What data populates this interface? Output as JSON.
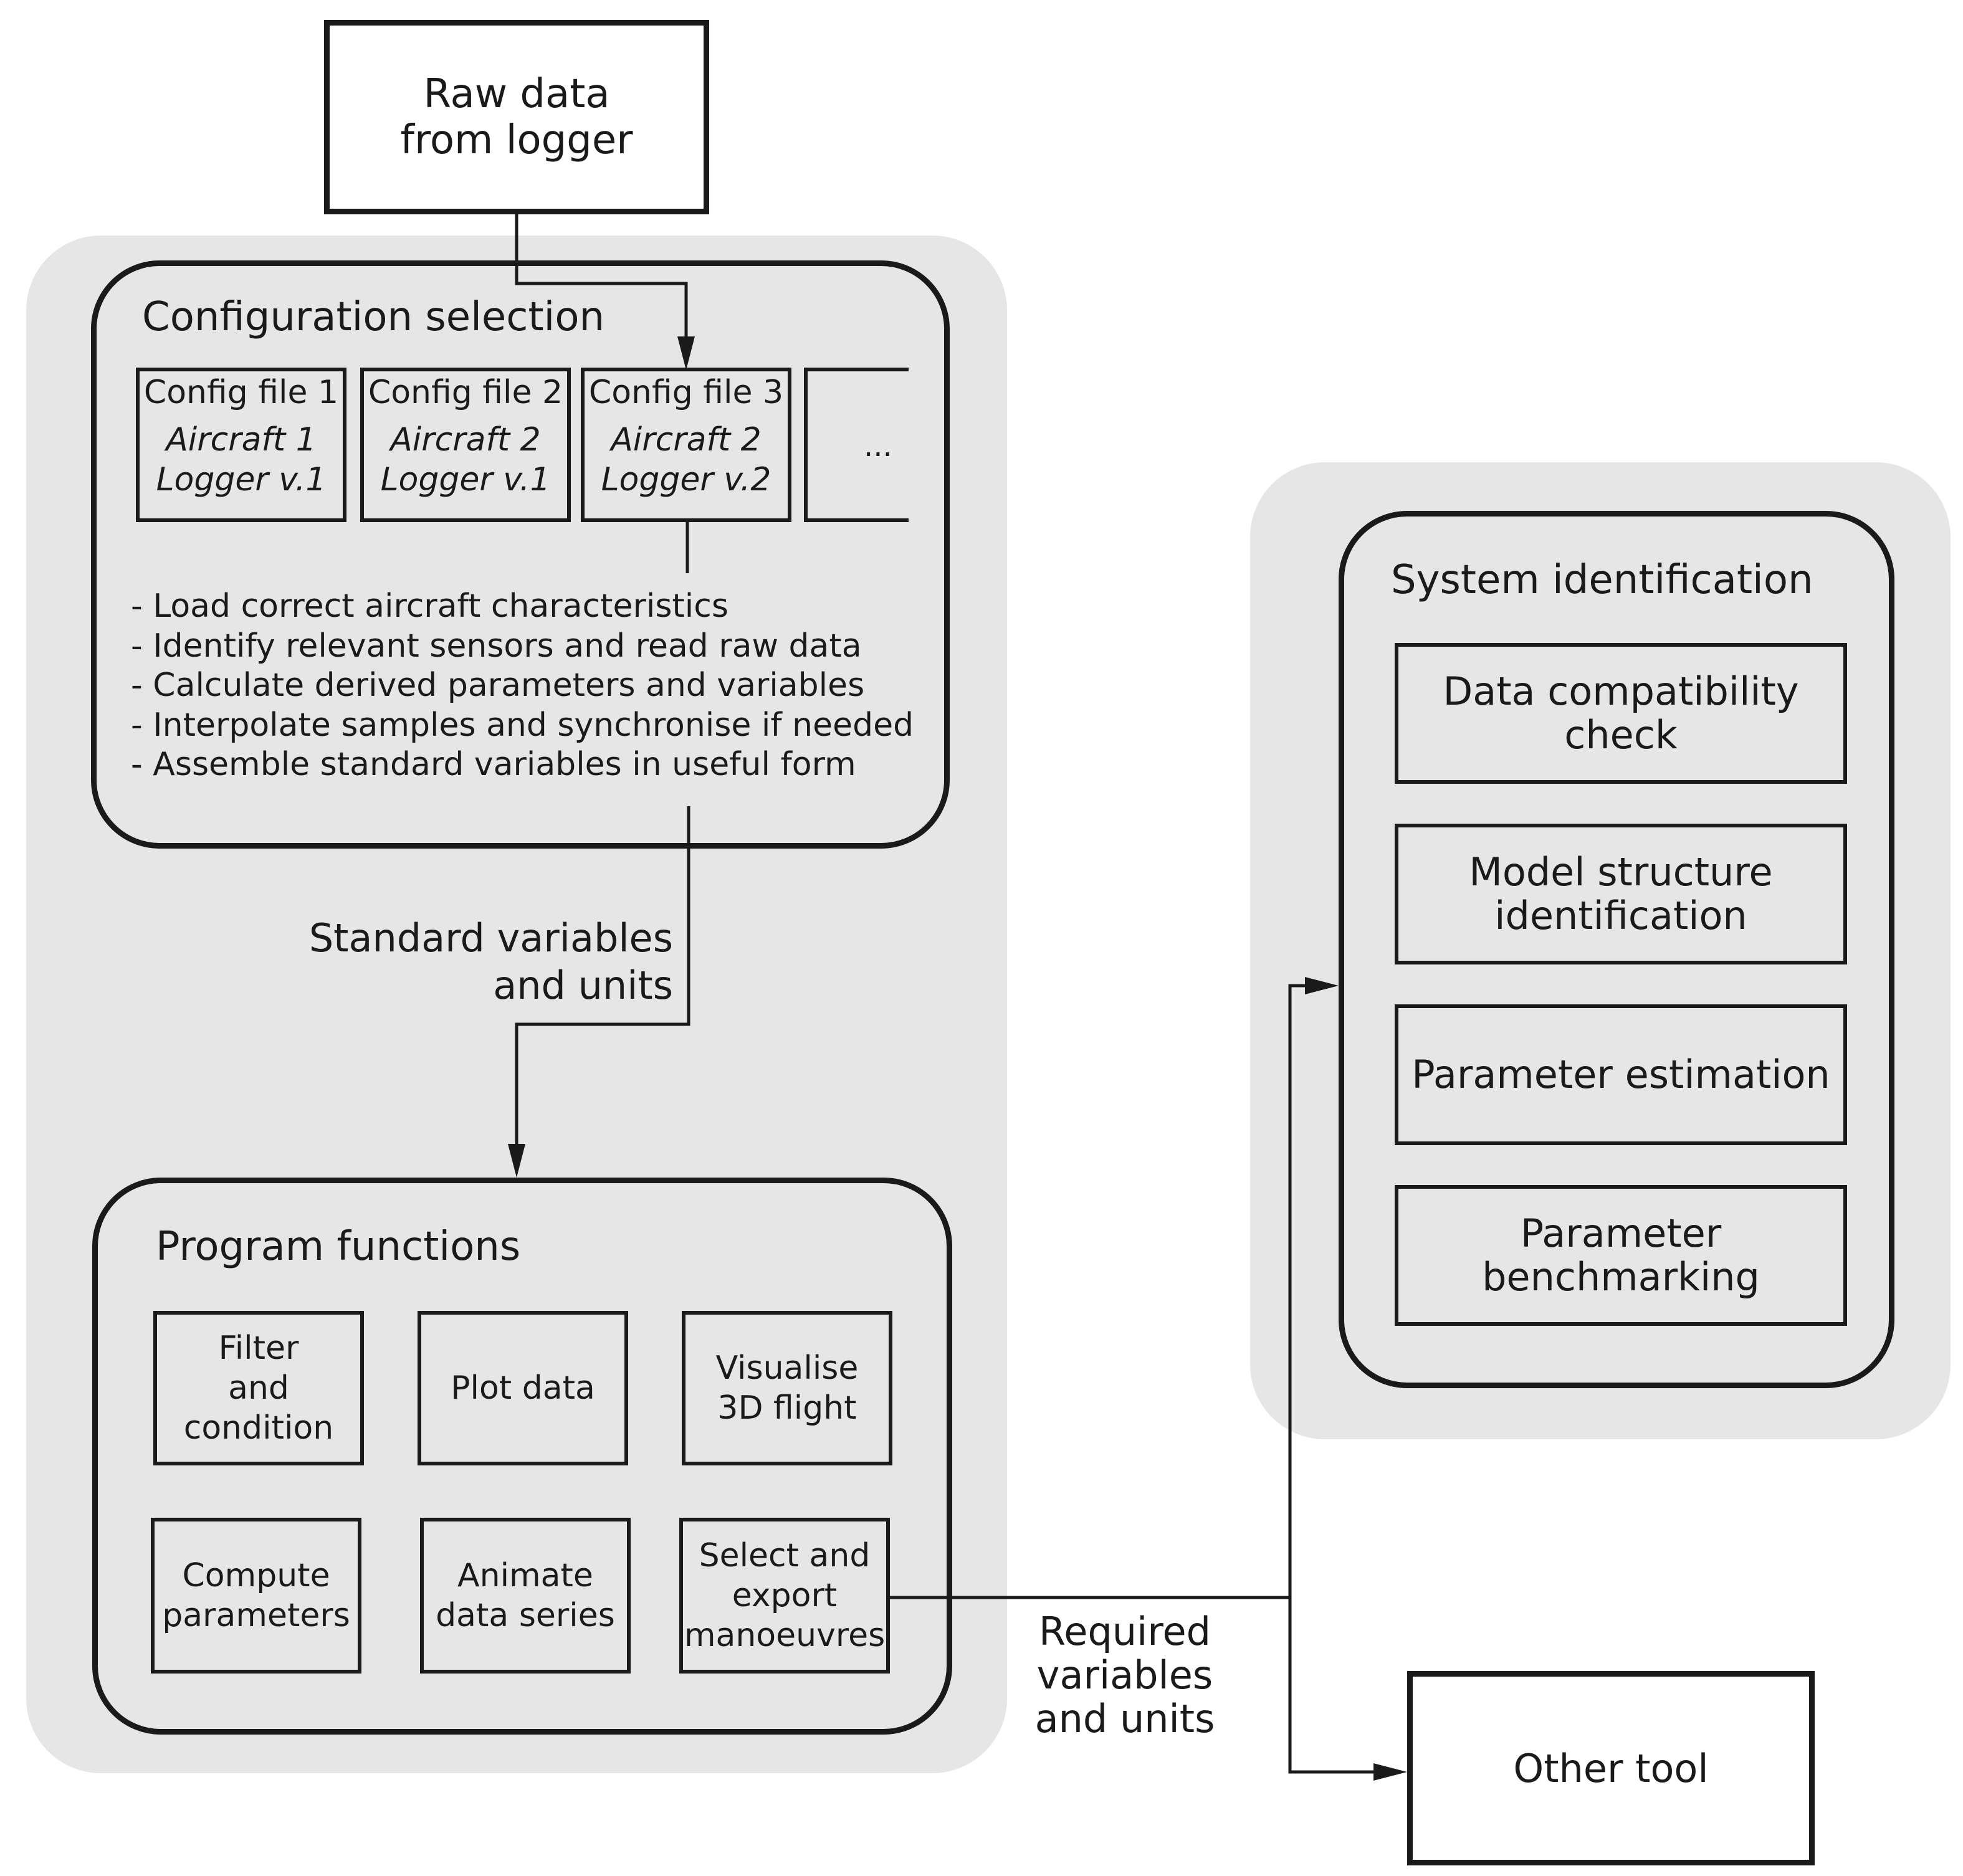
{
  "raw_data": {
    "line1": "Raw data",
    "line2": "from logger"
  },
  "config_selection": {
    "title": "Configuration selection",
    "files": [
      {
        "title": "Config file 1",
        "aircraft": "Aircraft 1",
        "logger": "Logger v.1"
      },
      {
        "title": "Config file 2",
        "aircraft": "Aircraft 2",
        "logger": "Logger v.1"
      },
      {
        "title": "Config file 3",
        "aircraft": "Aircraft 2",
        "logger": "Logger v.2"
      }
    ],
    "more": "...",
    "steps": [
      "- Load correct aircraft characteristics",
      "- Identify relevant sensors and read raw data",
      "- Calculate derived parameters and variables",
      "- Interpolate samples and synchronise if needed",
      "- Assemble standard variables in useful form"
    ]
  },
  "standard_label": {
    "line1": "Standard variables",
    "line2": "and units"
  },
  "program_functions": {
    "title": "Program functions",
    "items": [
      {
        "lines": [
          "Filter",
          "and",
          "condition"
        ]
      },
      {
        "lines": [
          "Plot data"
        ]
      },
      {
        "lines": [
          "Visualise",
          "3D flight"
        ]
      },
      {
        "lines": [
          "Compute",
          "parameters"
        ]
      },
      {
        "lines": [
          "Animate",
          "data series"
        ]
      },
      {
        "lines": [
          "Select and",
          "export",
          "manoeuvres"
        ]
      }
    ]
  },
  "required_label": {
    "line1": "Required",
    "line2": "variables",
    "line3": "and units"
  },
  "system_identification": {
    "title": "System identification",
    "items": [
      {
        "lines": [
          "Data compatibility",
          "check"
        ]
      },
      {
        "lines": [
          "Model structure",
          "identification"
        ]
      },
      {
        "lines": [
          "Parameter estimation"
        ]
      },
      {
        "lines": [
          "Parameter",
          "benchmarking"
        ]
      }
    ]
  },
  "other_tool": {
    "label": "Other tool"
  }
}
